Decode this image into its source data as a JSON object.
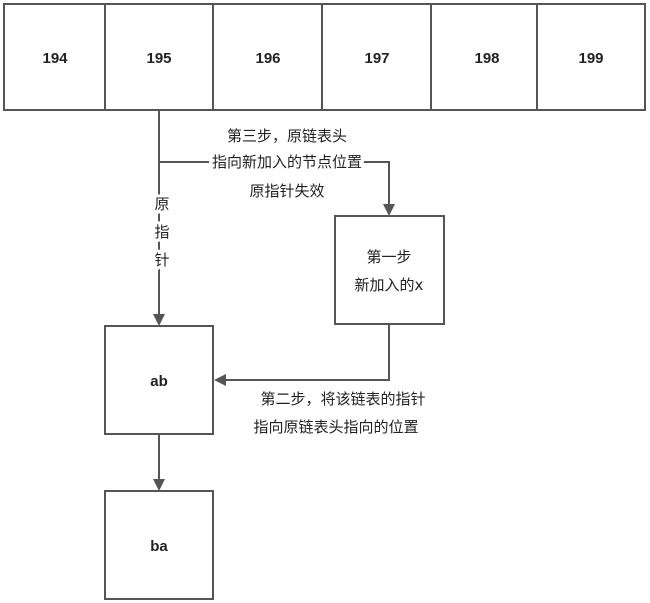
{
  "array": {
    "cells": [
      "194",
      "195",
      "196",
      "197",
      "198",
      "199"
    ]
  },
  "labels": {
    "step3_line1": "第三步，原链表头",
    "step3_line2": "指向新加入的节点位置",
    "step3_line3": "原指针失效",
    "orig_ptr_1": "原",
    "orig_ptr_2": "指",
    "orig_ptr_3": "针",
    "step1_line1": "第一步",
    "step1_line2": "新加入的x",
    "step2_line1": "第二步，将该链表的指针",
    "step2_line2": "指向原链表头指向的位置"
  },
  "nodes": {
    "ab": "ab",
    "ba": "ba"
  }
}
